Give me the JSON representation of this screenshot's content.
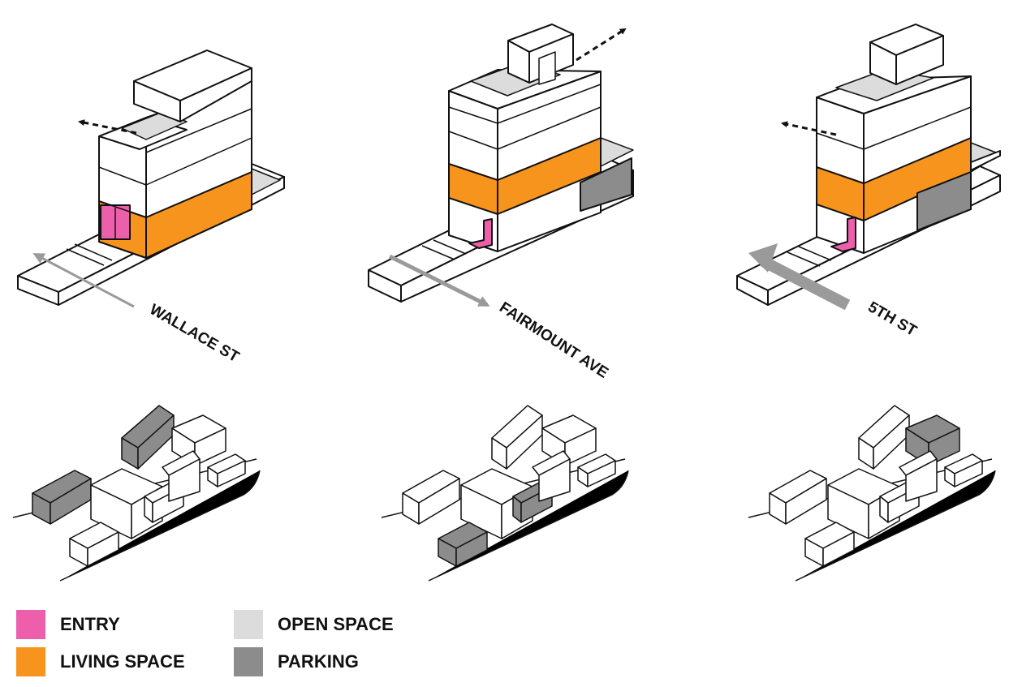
{
  "colors": {
    "entry": "#ec5fab",
    "living": "#f7941d",
    "open": "#dcdcdc",
    "parking": "#8c8c8c",
    "outline": "#111111",
    "arrow_gray": "#9a9a9a"
  },
  "diagrams": [
    {
      "street": "WALLACE ST",
      "icon": "dashed-arrow-icon"
    },
    {
      "street": "FAIRMOUNT AVE",
      "icon": "dashed-arrow-icon"
    },
    {
      "street": "5TH ST",
      "icon": "dashed-arrow-icon"
    }
  ],
  "legend": [
    {
      "label": "ENTRY",
      "color": "#ec5fab"
    },
    {
      "label": "LIVING SPACE",
      "color": "#f7941d"
    },
    {
      "label": "OPEN SPACE",
      "color": "#dcdcdc"
    },
    {
      "label": "PARKING",
      "color": "#8c8c8c"
    }
  ]
}
